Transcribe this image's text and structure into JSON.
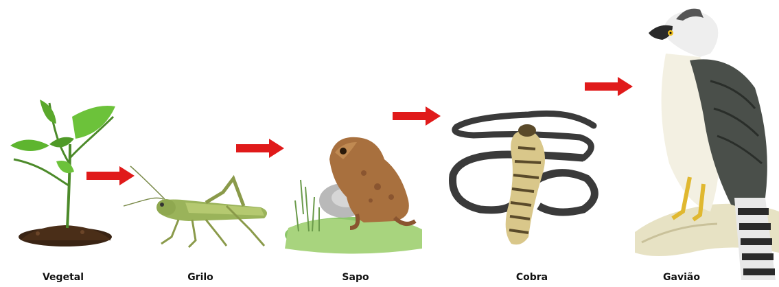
{
  "food_chain": {
    "organisms": [
      {
        "id": "vegetal",
        "label": "Vegetal",
        "icon": "plant-icon"
      },
      {
        "id": "grilo",
        "label": "Grilo",
        "icon": "cricket-icon"
      },
      {
        "id": "sapo",
        "label": "Sapo",
        "icon": "toad-icon"
      },
      {
        "id": "cobra",
        "label": "Cobra",
        "icon": "cobra-icon"
      },
      {
        "id": "gaviao",
        "label": "Gavião",
        "icon": "hawk-icon"
      }
    ],
    "arrow_color": "#e01a1a"
  }
}
